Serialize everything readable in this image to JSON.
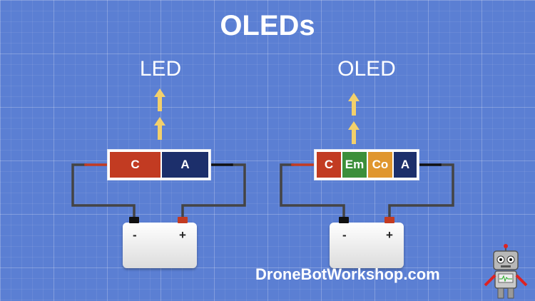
{
  "title": "OLEDs",
  "led": {
    "label": "LED",
    "segments": [
      {
        "text": "C",
        "color": "#c23b22"
      },
      {
        "text": "A",
        "color": "#1c2f6b"
      }
    ]
  },
  "oled": {
    "label": "OLED",
    "segments": [
      {
        "text": "C",
        "color": "#c23b22"
      },
      {
        "text": "Em",
        "color": "#3c8f3a"
      },
      {
        "text": "Co",
        "color": "#e0962e"
      },
      {
        "text": "A",
        "color": "#1c2f6b"
      }
    ]
  },
  "battery": {
    "minus": "-",
    "plus": "+"
  },
  "colors": {
    "background": "#5b7fd3",
    "arrow": "#f2d06b",
    "wire": "#444444",
    "cathode_lead": "#c23b22",
    "anode_lead": "#111111"
  },
  "watermark": "DroneBotWorkshop.com"
}
